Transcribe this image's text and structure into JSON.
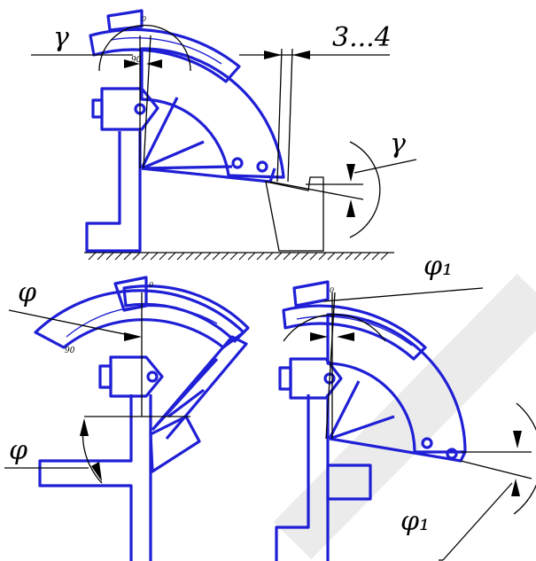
{
  "colors": {
    "tool": "#1f1fd6",
    "lines": "#000000",
    "watermark": "#d8d8d8",
    "background": "#ffffff"
  },
  "labels": {
    "gamma_top": "γ",
    "gap_dimension": "3...4",
    "gamma_right": "γ",
    "phi_top": "φ",
    "phi_left": "φ",
    "phi1_top": "φ₁",
    "phi1_bottom": "φ₁"
  },
  "scale_marks": {
    "top_zero": "0",
    "top_ninety": "90",
    "left_zero": "0",
    "left_ninety": "90",
    "right_zero": "0"
  }
}
